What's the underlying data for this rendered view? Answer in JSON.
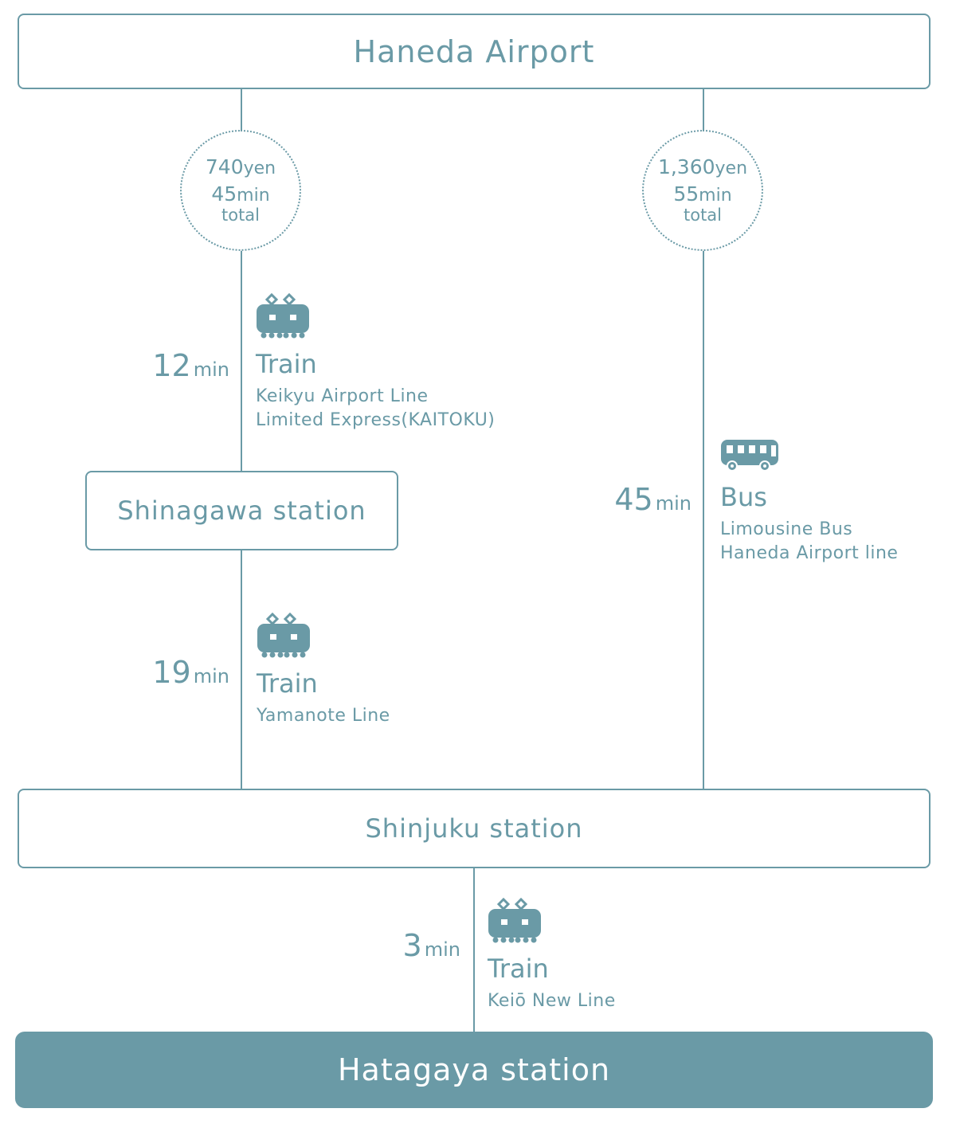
{
  "stations": {
    "haneda": "Haneda Airport",
    "shinagawa": "Shinagawa station",
    "shinjuku": "Shinjuku station",
    "hatagaya": "Hatagaya station"
  },
  "routes": {
    "train": {
      "fare": "740",
      "fare_unit": "yen",
      "time": "45",
      "time_unit": "min",
      "total": "total"
    },
    "bus": {
      "fare": "1,360",
      "fare_unit": "yen",
      "time": "55",
      "time_unit": "min",
      "total": "total"
    }
  },
  "segments": {
    "keikyu": {
      "duration": "12",
      "unit": "min",
      "mode": "Train",
      "line1": "Keikyu Airport Line",
      "line2": "Limited Express(KAITOKU)",
      "icon": "train-icon"
    },
    "yamanote": {
      "duration": "19",
      "unit": "min",
      "mode": "Train",
      "line1": "Yamanote Line",
      "icon": "train-icon"
    },
    "bus": {
      "duration": "45",
      "unit": "min",
      "mode": "Bus",
      "line1": "Limousine Bus",
      "line2": "Haneda Airport line",
      "icon": "bus-icon"
    },
    "keio": {
      "duration": "3",
      "unit": "min",
      "mode": "Train",
      "line1": "Keiō New Line",
      "icon": "train-icon"
    }
  },
  "colors": {
    "accent": "#6a9aa6",
    "background": "#ffffff"
  }
}
